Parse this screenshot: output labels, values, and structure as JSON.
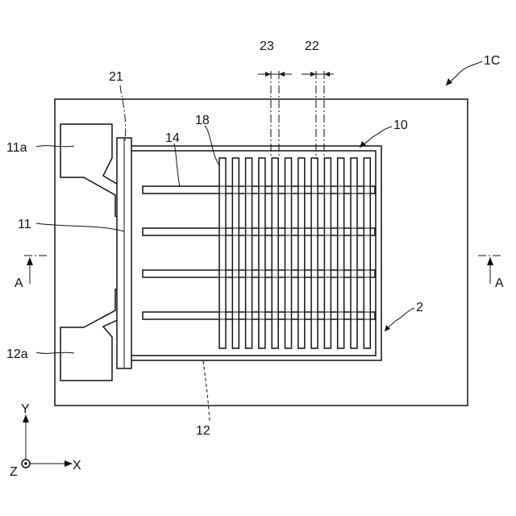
{
  "labels": {
    "fig": "1C",
    "l10": "10",
    "l2": "2",
    "l21": "21",
    "l23": "23",
    "l22": "22",
    "l18": "18",
    "l14": "14",
    "l11a": "11a",
    "l11": "11",
    "l12a": "12a",
    "l12": "12",
    "secA_left": "A",
    "secA_right": "A"
  },
  "axes": {
    "y": "Y",
    "x": "X",
    "z": "Z"
  },
  "structure": {
    "finger_count": 4,
    "bar_count": 12
  }
}
